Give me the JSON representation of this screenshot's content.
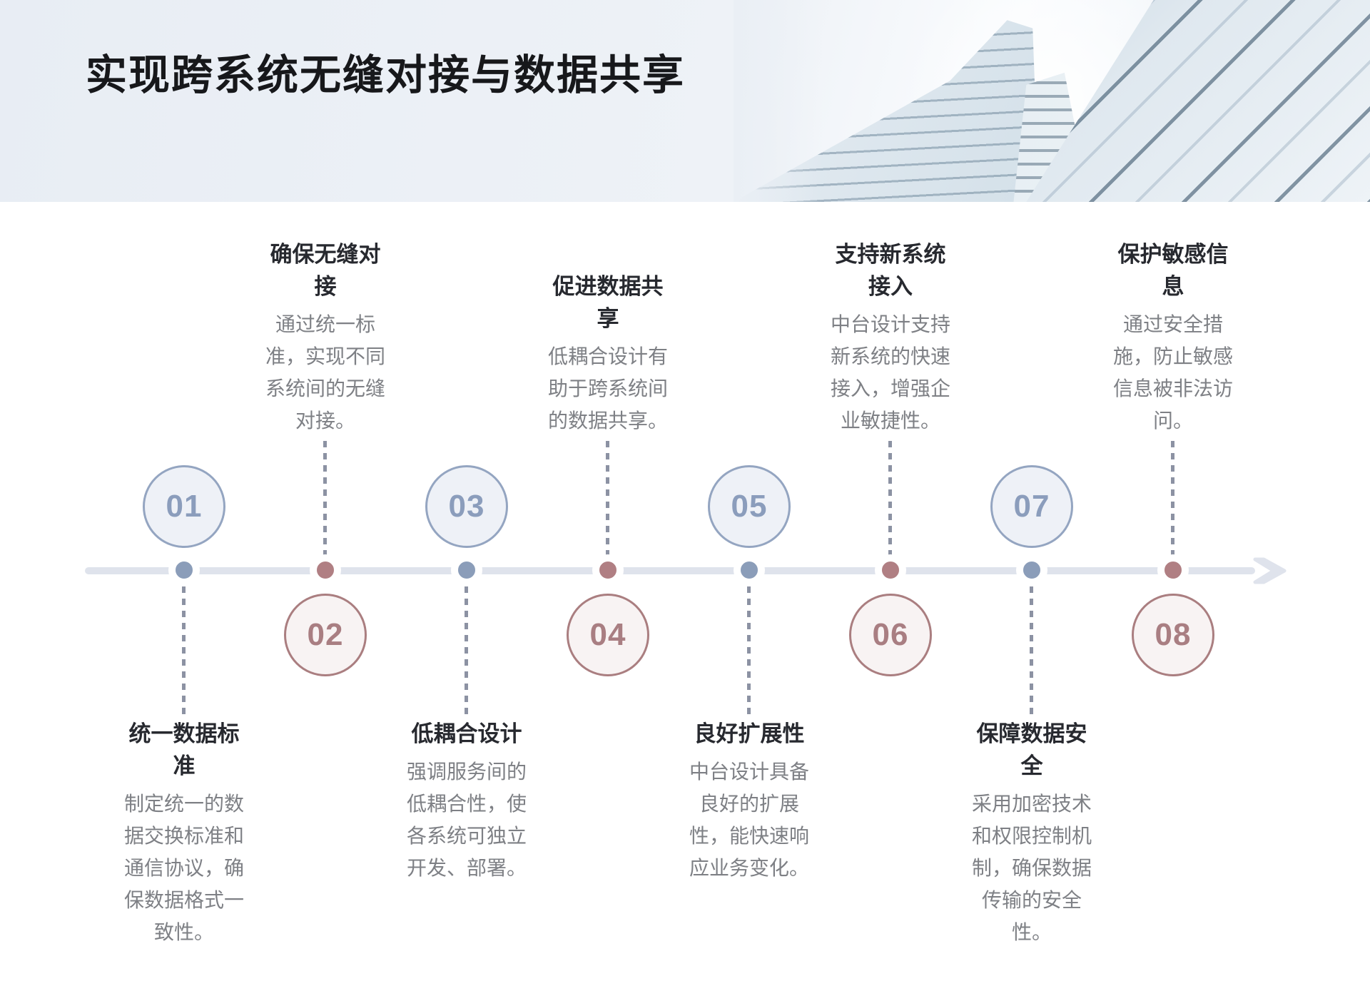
{
  "header": {
    "title": "实现跨系统无缝对接与数据共享"
  },
  "timeline": {
    "items": [
      {
        "number": "01",
        "title": "统一数据标\n准",
        "description": "制定统一的数\n据交换标准和\n通信协议，确\n保数据格式一\n致性。",
        "position": "circle-above-text-below",
        "accent": "blue"
      },
      {
        "number": "02",
        "title": "确保无缝对\n接",
        "description": "通过统一标\n准，实现不同\n系统间的无缝\n对接。",
        "position": "circle-below-text-above",
        "accent": "red"
      },
      {
        "number": "03",
        "title": "低耦合设计",
        "description": "强调服务间的\n低耦合性，使\n各系统可独立\n开发、部署。",
        "position": "circle-above-text-below",
        "accent": "blue"
      },
      {
        "number": "04",
        "title": "促进数据共\n享",
        "description": "低耦合设计有\n助于跨系统间\n的数据共享。",
        "position": "circle-below-text-above",
        "accent": "red"
      },
      {
        "number": "05",
        "title": "良好扩展性",
        "description": "中台设计具备\n良好的扩展\n性，能快速响\n应业务变化。",
        "position": "circle-above-text-below",
        "accent": "blue"
      },
      {
        "number": "06",
        "title": "支持新系统\n接入",
        "description": "中台设计支持\n新系统的快速\n接入，增强企\n业敏捷性。",
        "position": "circle-below-text-above",
        "accent": "red"
      },
      {
        "number": "07",
        "title": "保障数据安\n全",
        "description": "采用加密技术\n和权限控制机\n制，确保数据\n传输的安全\n性。",
        "position": "circle-above-text-below",
        "accent": "blue"
      },
      {
        "number": "08",
        "title": "保护敏感信\n息",
        "description": "通过安全措\n施，防止敏感\n信息被非法访\n问。",
        "position": "circle-below-text-above",
        "accent": "red"
      }
    ]
  },
  "colors": {
    "header_background": "#eaeff5",
    "timeline_line": "#dfe3ec",
    "odd_accent": "#94a5c1",
    "odd_fill": "#eef1f7",
    "odd_number": "#8b9dbc",
    "even_accent": "#aa7e80",
    "even_fill": "#f8f3f3",
    "even_number": "#a97e82",
    "odd_dot": "#8b9db9",
    "even_dot": "#b07f83",
    "connector_dash": "#8c92a3",
    "title_color": "#17181b",
    "item_title_color": "#27292f",
    "item_body_color": "#7e8085"
  }
}
